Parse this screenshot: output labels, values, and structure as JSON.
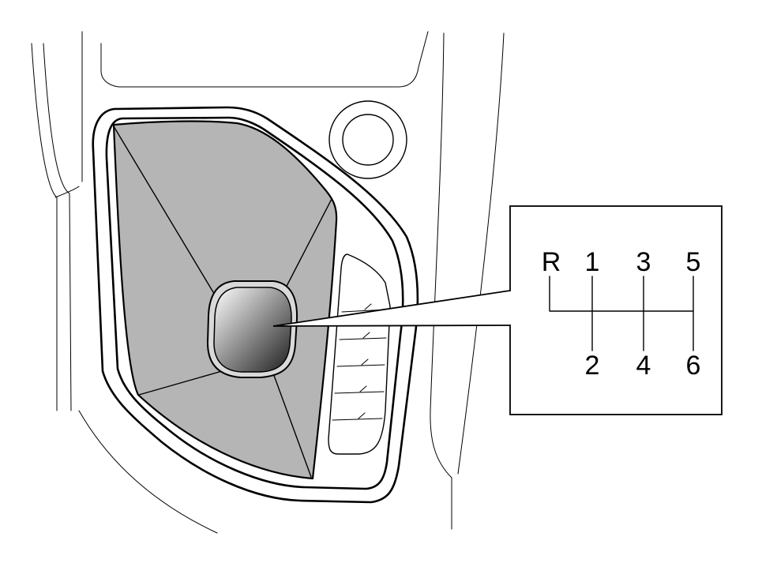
{
  "gear_pattern": {
    "top_row": [
      "R",
      "1",
      "3",
      "5"
    ],
    "bottom_row": [
      "2",
      "4",
      "6"
    ]
  },
  "colors": {
    "boot": "#b5b5b5",
    "line": "#000000",
    "background": "#ffffff"
  }
}
